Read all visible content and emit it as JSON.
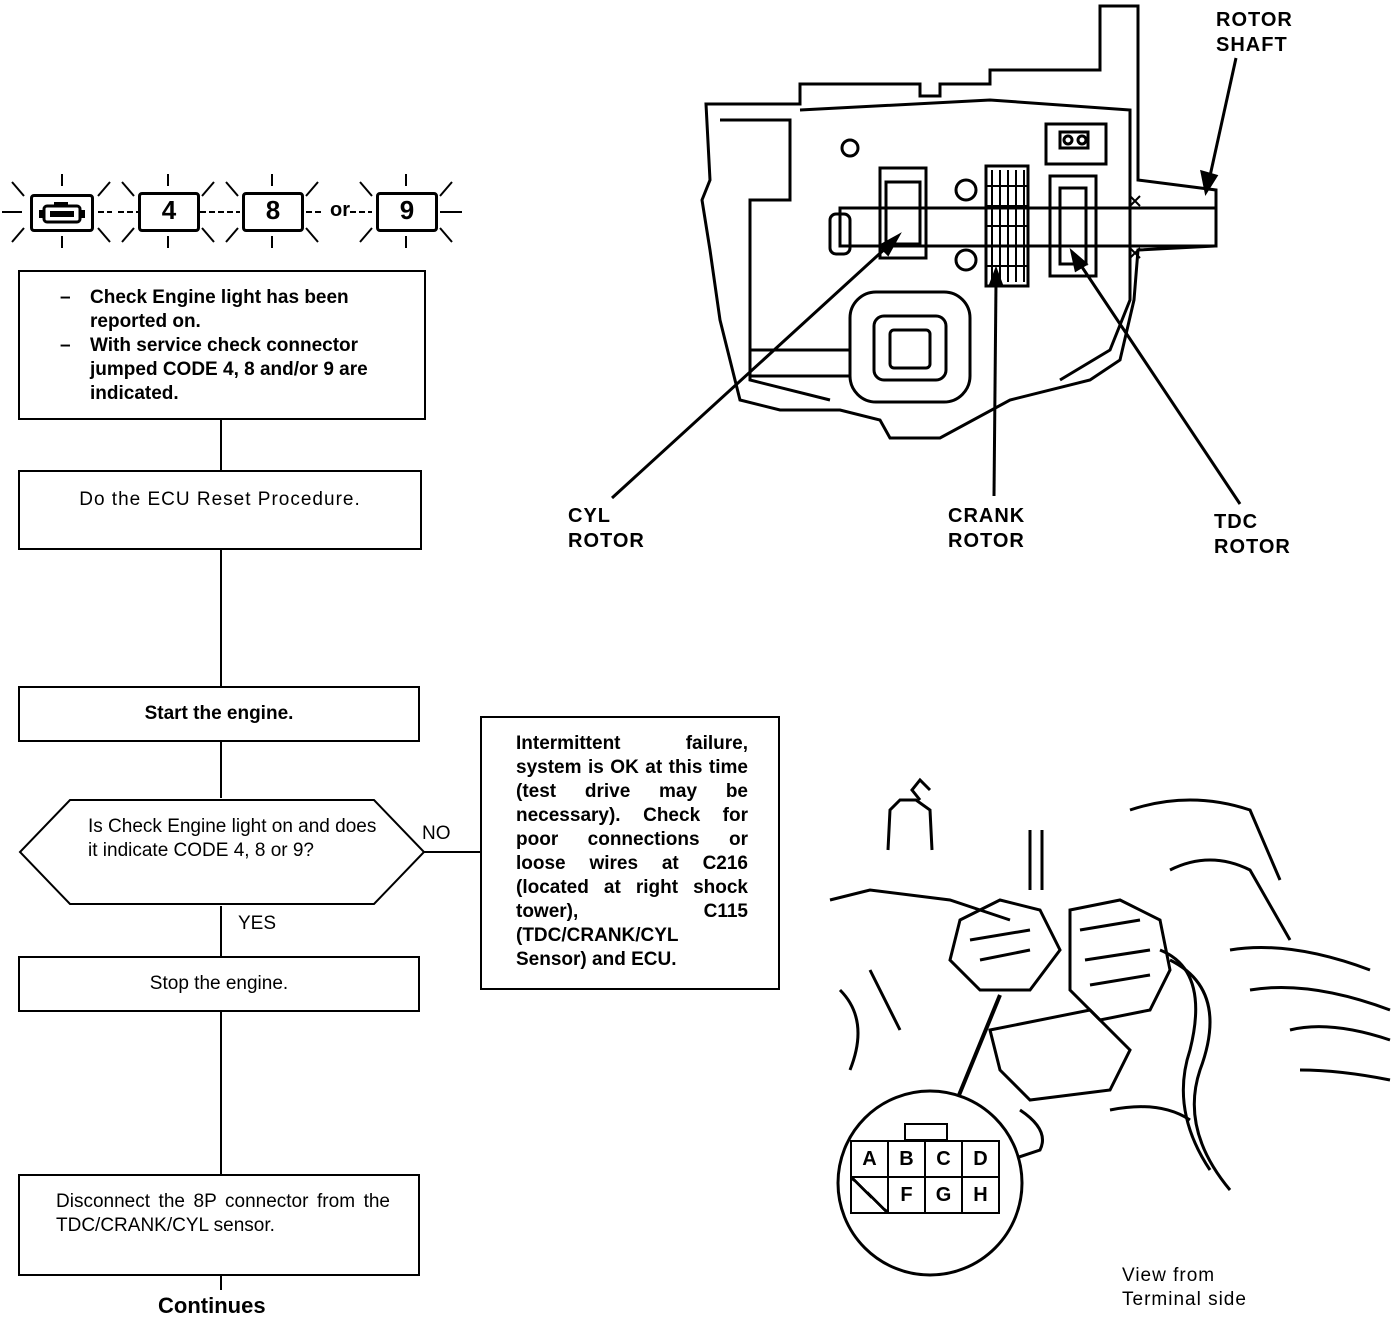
{
  "codes": {
    "engine_icon": "check-engine-icon",
    "code_a": "4",
    "code_b": "8",
    "or_label": "or",
    "code_c": "9"
  },
  "flow": {
    "condition_box": {
      "lines": [
        {
          "dash": "–",
          "text": "Check Engine light has been reported on."
        },
        {
          "dash": "–",
          "text": "With service check connector jumped CODE 4, 8 and/or 9 are indicated."
        }
      ]
    },
    "step_reset": "Do the ECU Reset Procedure.",
    "step_start": "Start the engine.",
    "decision": "Is Check Engine light on and does it indicate CODE 4, 8 or 9?",
    "no_label": "NO",
    "yes_label": "YES",
    "no_result": "Intermittent failure, system is OK at this time (test drive may be necessary). Check for poor connections or loose wires at C216 (located at right shock tower), C115 (TDC/CRANK/CYL Sensor) and ECU.",
    "step_stop": "Stop the engine.",
    "step_disconnect": "Disconnect the 8P connector from the TDC/CRANK/CYL sensor.",
    "continues": "Continues"
  },
  "distributor": {
    "rotor_shaft": [
      "ROTOR",
      "SHAFT"
    ],
    "cyl_rotor": [
      "CYL",
      "ROTOR"
    ],
    "crank_rotor": [
      "CRANK",
      "ROTOR"
    ],
    "tdc_rotor": [
      "TDC",
      "ROTOR"
    ]
  },
  "connector": {
    "top_row": [
      "A",
      "B",
      "C",
      "D"
    ],
    "bottom_row": [
      "",
      "F",
      "G",
      "H"
    ],
    "view_caption": [
      "View from",
      "Terminal side"
    ]
  }
}
